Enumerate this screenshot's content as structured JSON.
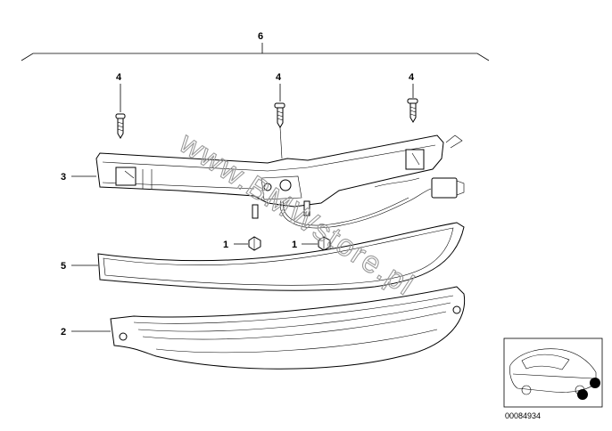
{
  "labels": {
    "assembly": "6",
    "screw_left": "4",
    "screw_center": "4",
    "screw_right": "4",
    "housing": "3",
    "nut_left": "1",
    "nut_right": "1",
    "gasket": "5",
    "lens": "2"
  },
  "watermark": "www.BMWstore.pl",
  "diagram_code": "00084934",
  "colors": {
    "line": "#000000",
    "watermark": "#9a9a9a",
    "highlight": "#000000"
  }
}
